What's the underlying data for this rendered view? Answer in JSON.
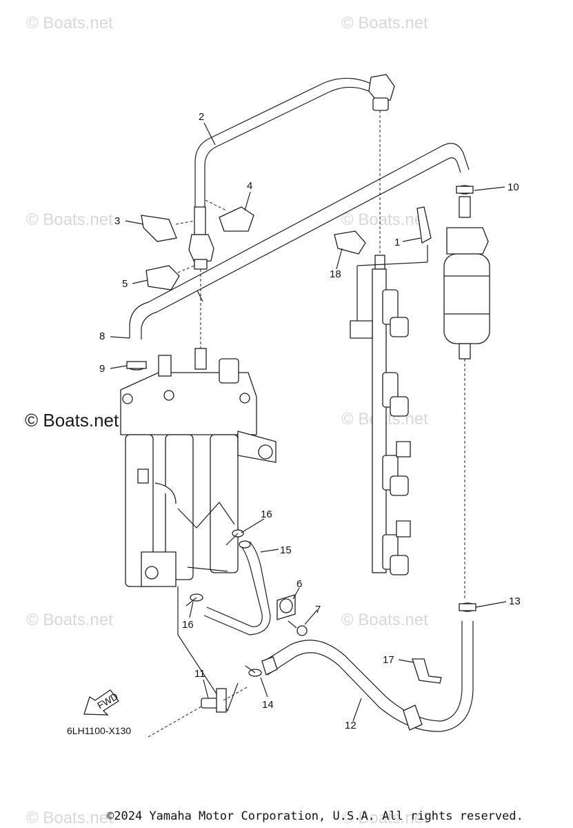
{
  "watermarks": {
    "tl": "© Boats.net",
    "tr": "© Boats.net",
    "ml": "© Boats.net",
    "mr": "© Boats.net",
    "cl": "© Boats.net",
    "cr": "© Boats.net",
    "bl": "© Boats.net",
    "br": "© Boats.net",
    "ftl": "© Boats.net",
    "ftr": "© Boats.net"
  },
  "callouts": {
    "c1": "1",
    "c2": "2",
    "c3": "3",
    "c4": "4",
    "c5": "5",
    "c6": "6",
    "c7": "7",
    "c8": "8",
    "c9": "9",
    "c10": "10",
    "c11": "11",
    "c12": "12",
    "c13": "13",
    "c14": "14",
    "c15": "15",
    "c16a": "16",
    "c16b": "16",
    "c17": "17",
    "c18": "18"
  },
  "fwd_label": "FWD",
  "diagram_code": "6LH1100-X130",
  "copyright": "©2024 Yamaha Motor Corporation, U.S.A. All rights reserved."
}
